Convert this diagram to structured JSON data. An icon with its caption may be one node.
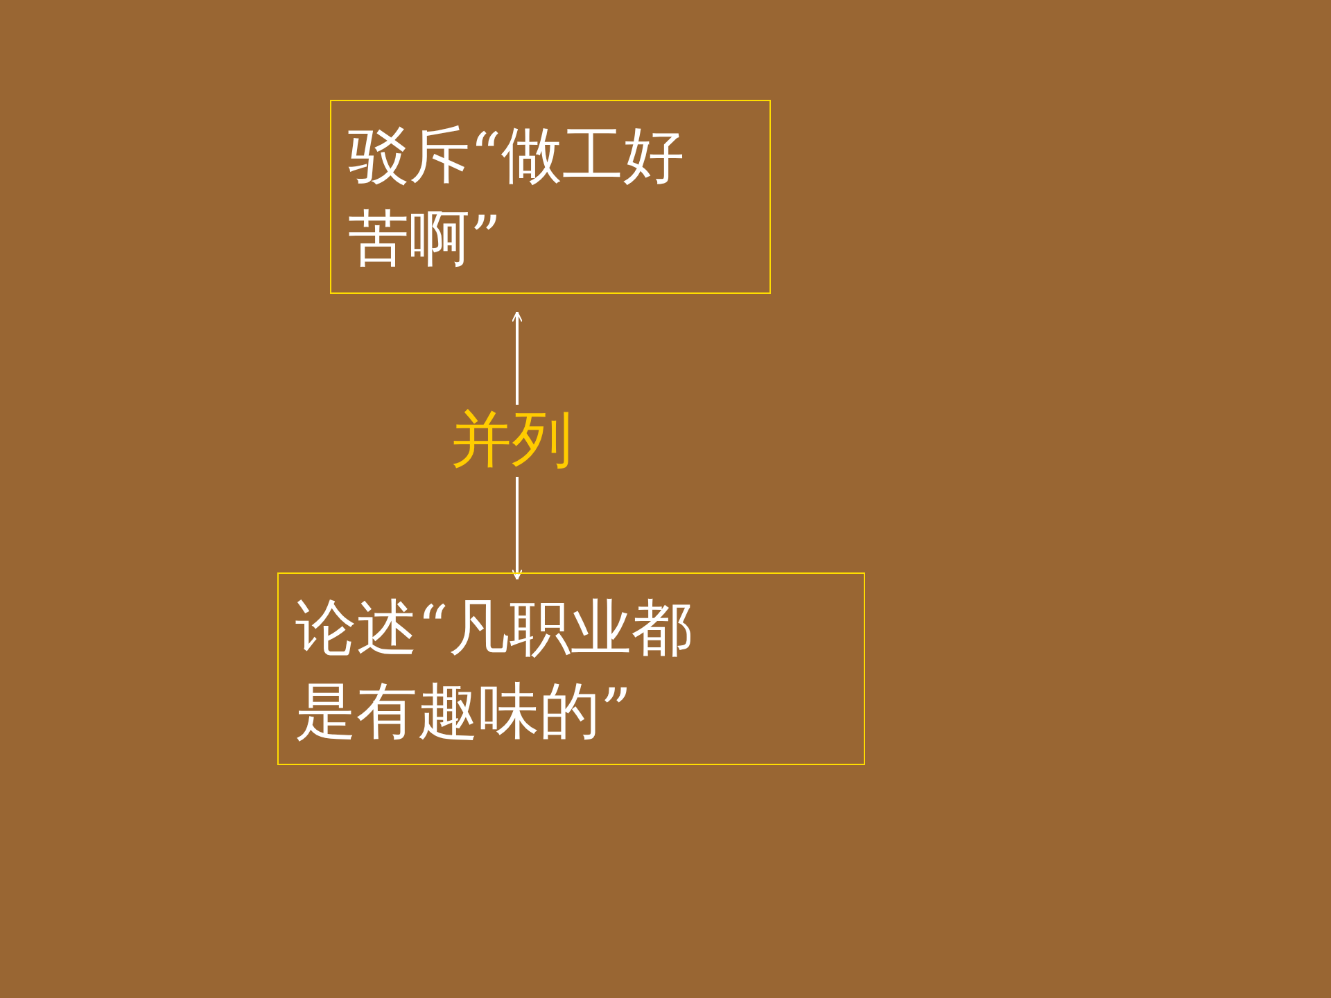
{
  "diagram": {
    "nodes": [
      {
        "text": [
          "驳斥“做工好苦啊”"
        ]
      },
      {
        "text": [
          "论述“凡职业都是有趣味的”"
        ]
      }
    ],
    "edges": [
      {
        "from": 0,
        "to": 1,
        "arrow": "both",
        "label": "并列"
      }
    ]
  }
}
